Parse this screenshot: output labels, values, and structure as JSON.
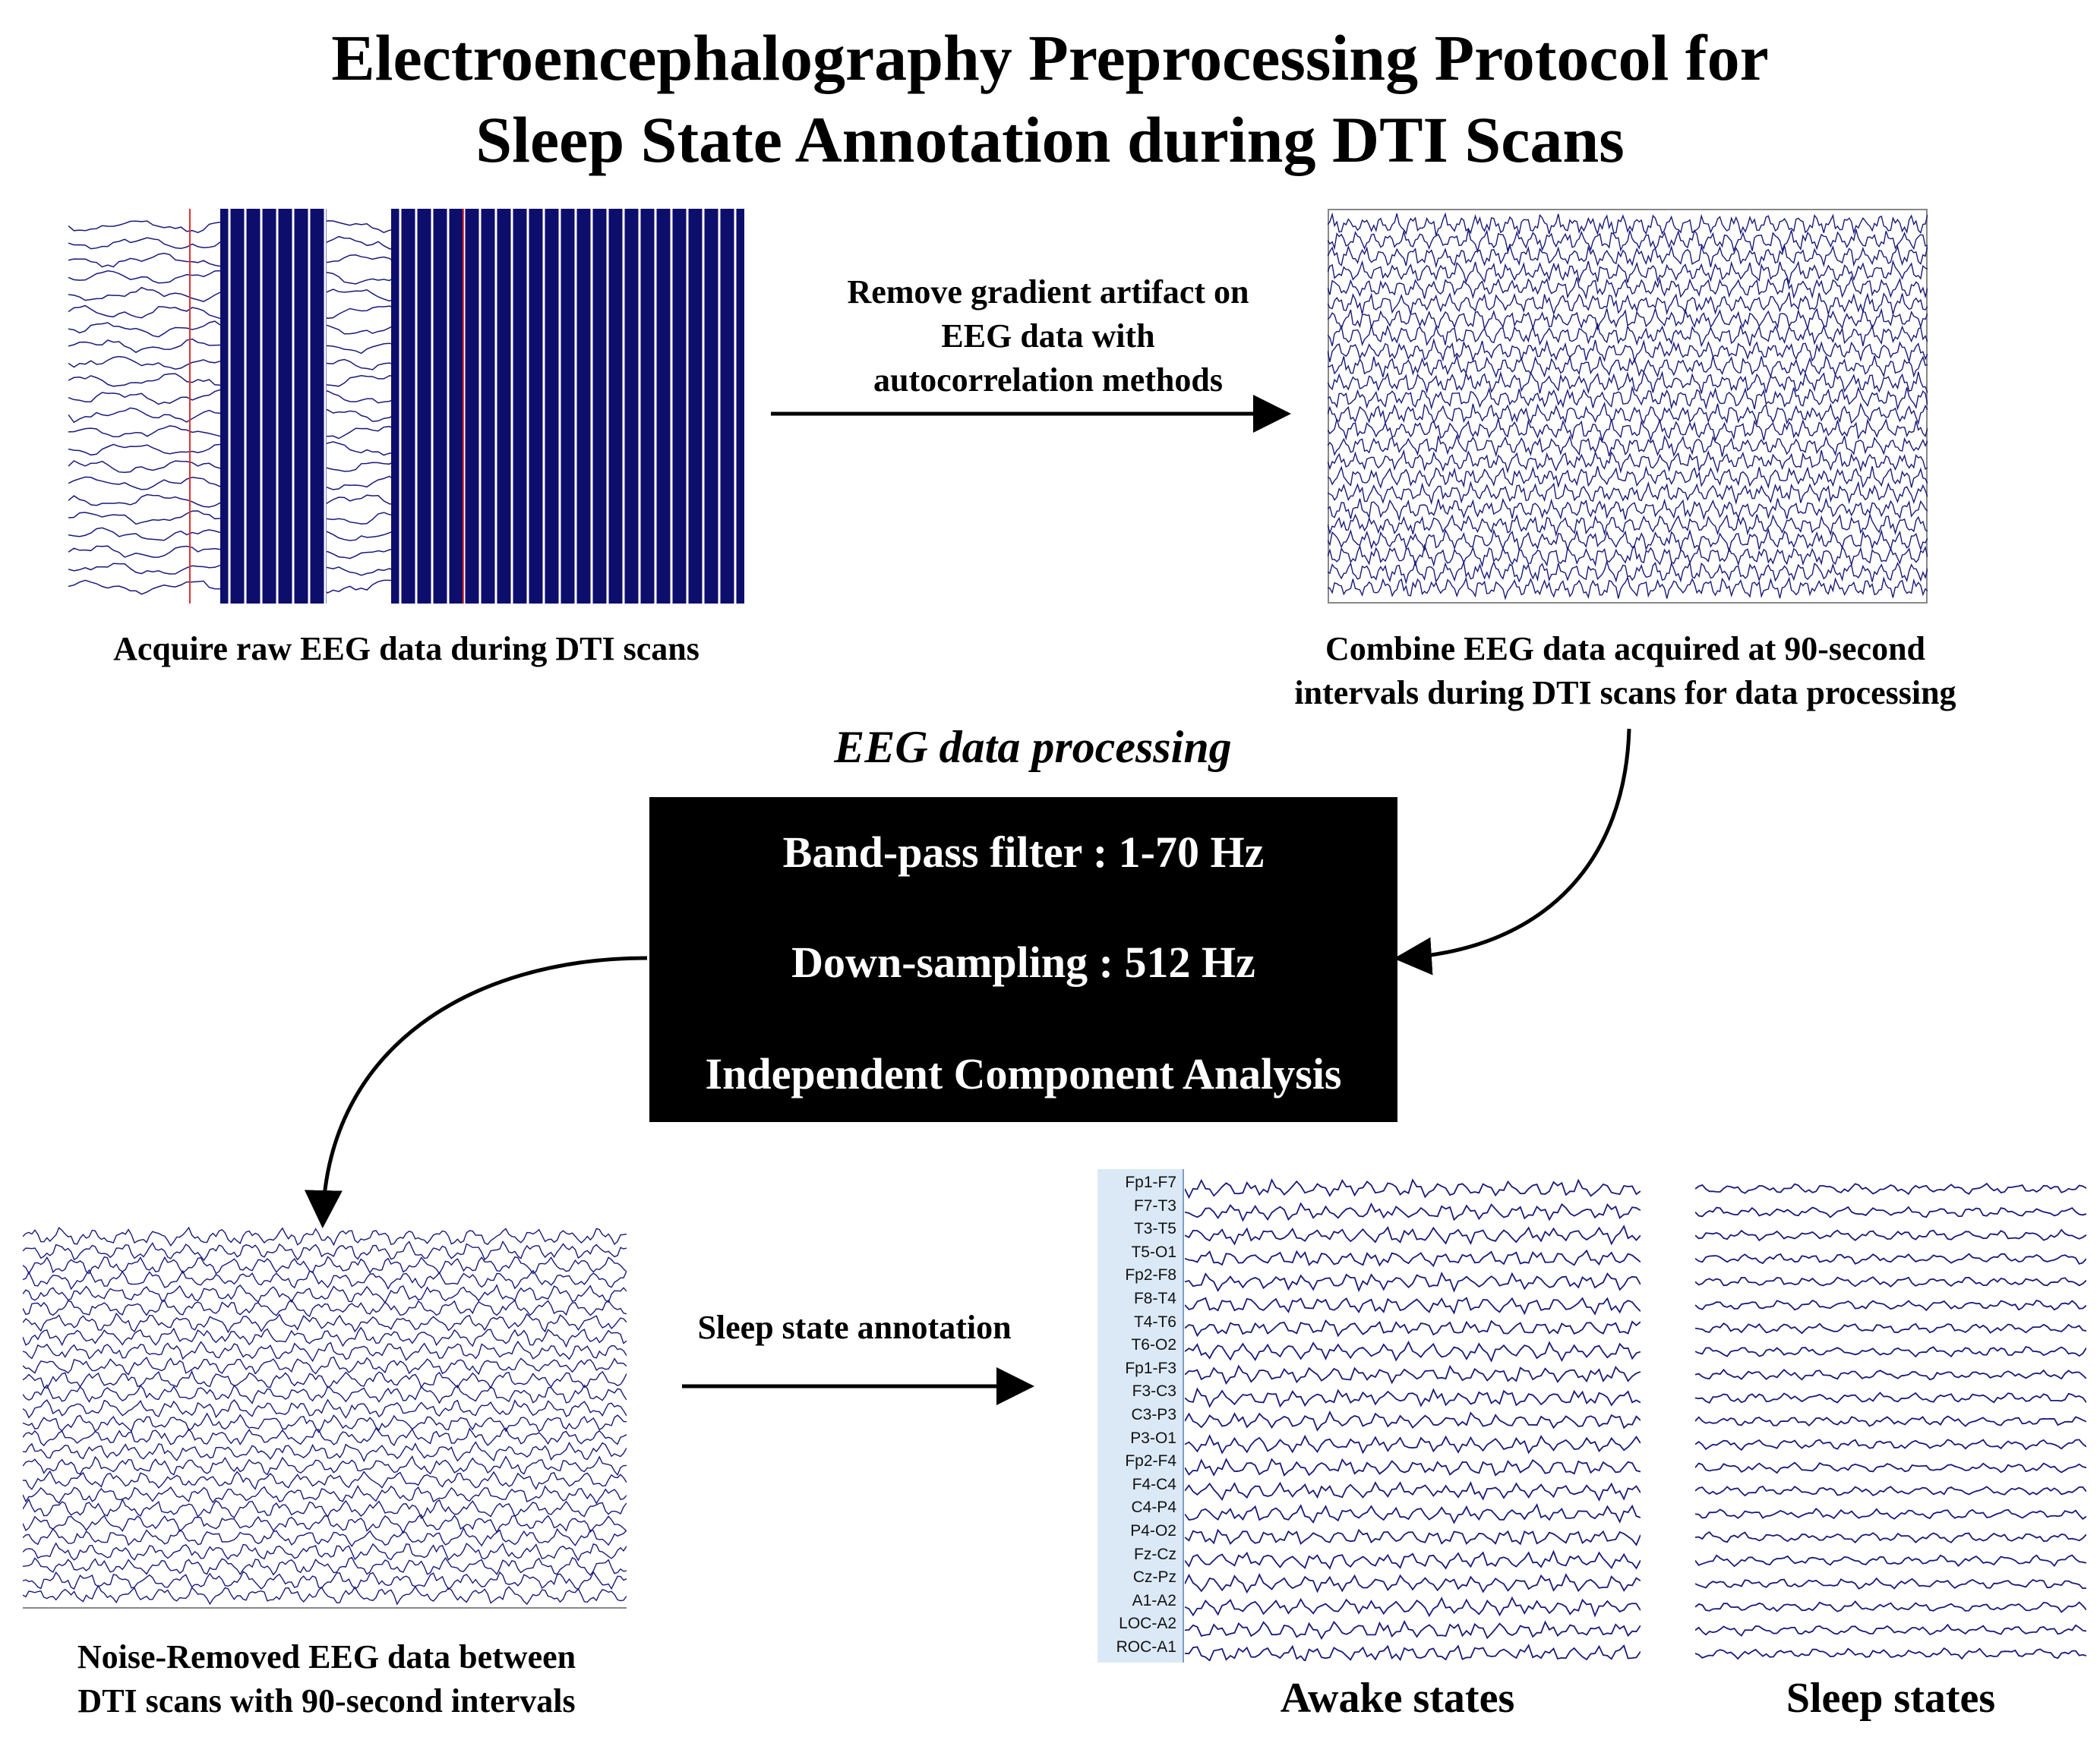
{
  "title_line1": "Electroencephalography Preprocessing Protocol for",
  "title_line2": "Sleep State Annotation during DTI Scans",
  "raw_caption": "Acquire raw EEG data during DTI scans",
  "artifact_caption": [
    "Remove gradient artifact on",
    "EEG data with",
    "autocorrelation methods"
  ],
  "combine_caption": [
    "Combine EEG data acquired at 90-second",
    "intervals during DTI scans for data processing"
  ],
  "processing_label": "EEG data processing",
  "processing_steps": [
    "Band-pass filter : 1-70 Hz",
    "Down-sampling : 512 Hz",
    "Independent Component Analysis"
  ],
  "noise_caption": [
    "Noise-Removed EEG data between",
    "DTI scans with 90-second intervals"
  ],
  "annotation_caption": "Sleep state annotation",
  "channels": [
    "Fp1-F7",
    "F7-T3",
    "T3-T5",
    "T5-O1",
    "Fp2-F8",
    "F8-T4",
    "T4-T6",
    "T6-O2",
    "Fp1-F3",
    "F3-C3",
    "C3-P3",
    "P3-O1",
    "Fp2-F4",
    "F4-C4",
    "C4-P4",
    "P4-O2",
    "Fz-Cz",
    "Cz-Pz",
    "A1-A2",
    "LOC-A2",
    "ROC-A1"
  ],
  "awake_label": "Awake states",
  "sleep_label": "Sleep states",
  "colors": {
    "trace": "#1a1a7a",
    "marker": "#e03030",
    "box": "#000000",
    "label_bg": "#dbe9f6"
  }
}
